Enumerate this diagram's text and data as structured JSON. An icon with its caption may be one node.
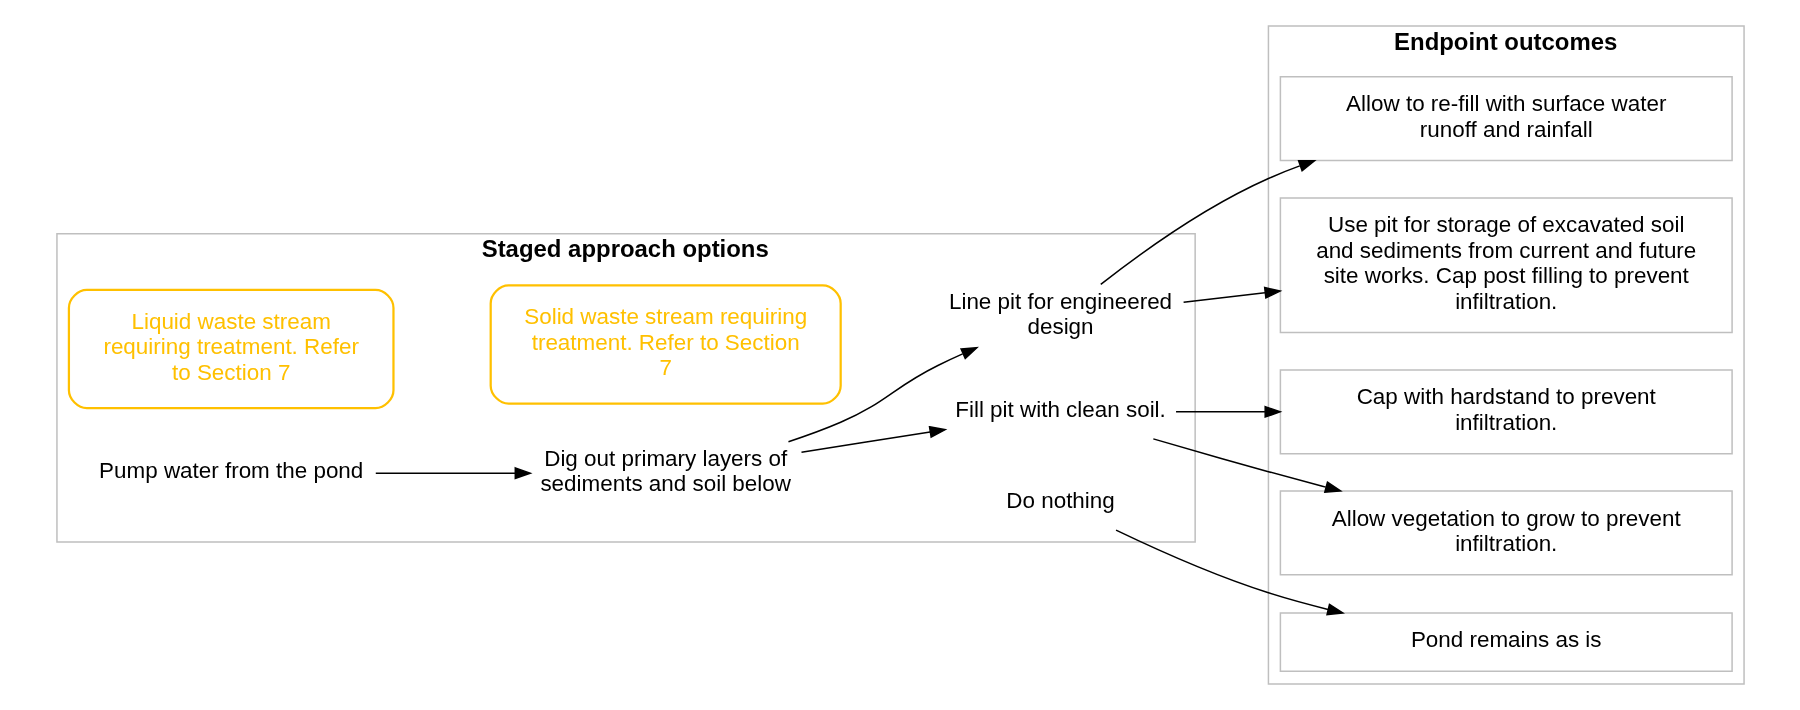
{
  "diagram": {
    "nodes": [
      {
        "text": [
          "Staged approach options"
        ]
      },
      {
        "text": [
          "Pump water from the pond"
        ],
        "in": 0
      },
      {
        "text": [
          "Liquid waste stream requiring treatment. Refer to Section 7"
        ],
        "in": 0
      },
      {
        "text": [
          "Dig out primary layers of sediments and soil below"
        ],
        "in": 0
      },
      {
        "text": [
          "Solid waste stream requiring treatment. Refer to Section 7"
        ],
        "in": 0
      },
      {
        "text": [
          "Line pit for engineered design"
        ],
        "in": 0
      },
      {
        "text": [
          "Fill pit with clean soil."
        ],
        "in": 0
      },
      {
        "text": [
          "Do nothing"
        ],
        "in": 0
      },
      {
        "text": [
          "Endpoint outcomes"
        ]
      },
      {
        "text": [
          "Allow to re-fill with surface water runoff and rainfall"
        ],
        "in": 8
      },
      {
        "text": [
          "Use pit for storage of excavated soil and sediments from current and future site works. Cap post filling to prevent infiltration."
        ],
        "in": 8
      },
      {
        "text": [
          "Cap with hardstand to prevent infiltration."
        ],
        "in": 8
      },
      {
        "text": [
          "Allow vegetation to grow to prevent infiltration."
        ],
        "in": 8
      },
      {
        "text": [
          "Pond remains as is"
        ],
        "in": 8
      }
    ],
    "edges": [
      {
        "from": 1,
        "to": 3,
        "arrow": "to"
      },
      {
        "from": 3,
        "to": 5,
        "arrow": "to"
      },
      {
        "from": 3,
        "to": 6,
        "arrow": "to"
      },
      {
        "from": 5,
        "to": 9,
        "arrow": "to"
      },
      {
        "from": 5,
        "to": 10,
        "arrow": "to"
      },
      {
        "from": 6,
        "to": 11,
        "arrow": "to"
      },
      {
        "from": 6,
        "to": 12,
        "arrow": "to"
      },
      {
        "from": 7,
        "to": 13,
        "arrow": "to"
      }
    ]
  }
}
